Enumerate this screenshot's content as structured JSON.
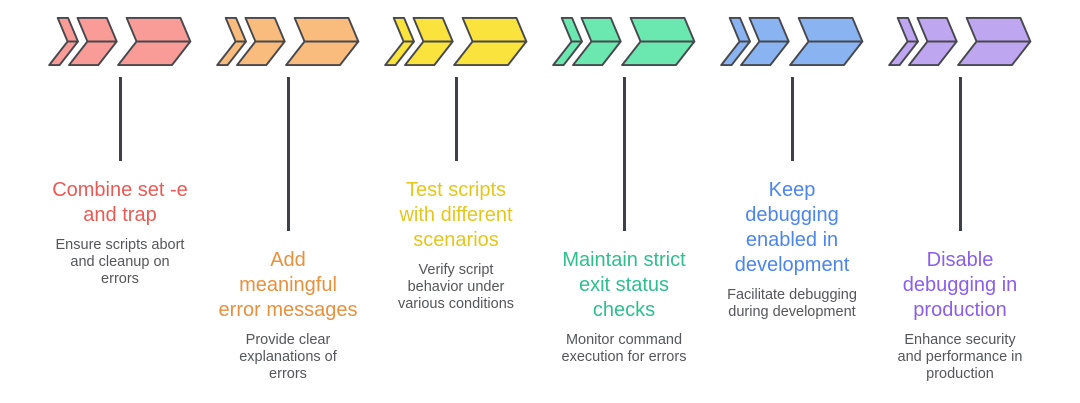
{
  "styles": {
    "chevron_stroke": "#47484E",
    "connector_color": "#3F4045",
    "description_color": "#55565A",
    "background": "#FFFFFF"
  },
  "columns": [
    {
      "chevron_fill": "#F99B97",
      "title_color": "#EA5A54",
      "title": "Combine set -e\nand trap",
      "description": "Ensure scripts abort\nand cleanup on\nerrors"
    },
    {
      "chevron_fill": "#F9BC7C",
      "title_color": "#E6913E",
      "title": "Add\nmeaningful\nerror messages",
      "description": "Provide clear\nexplanations of\nerrors"
    },
    {
      "chevron_fill": "#FBE33E",
      "title_color": "#E4C71C",
      "title": "Test scripts\nwith different\nscenarios",
      "description": "Verify script\nbehavior under\nvarious conditions"
    },
    {
      "chevron_fill": "#6BE8B0",
      "title_color": "#2FBF8C",
      "title": "Maintain strict\nexit status\nchecks",
      "description": "Monitor command\nexecution for errors"
    },
    {
      "chevron_fill": "#8AB4F1",
      "title_color": "#4C86EA",
      "title": "Keep\ndebugging\nenabled in\ndevelopment",
      "description": "Facilitate debugging\nduring development"
    },
    {
      "chevron_fill": "#BFA6F1",
      "title_color": "#8A5FEA",
      "title": "Disable\ndebugging in\nproduction",
      "description": "Enhance security\nand performance in\nproduction"
    }
  ]
}
